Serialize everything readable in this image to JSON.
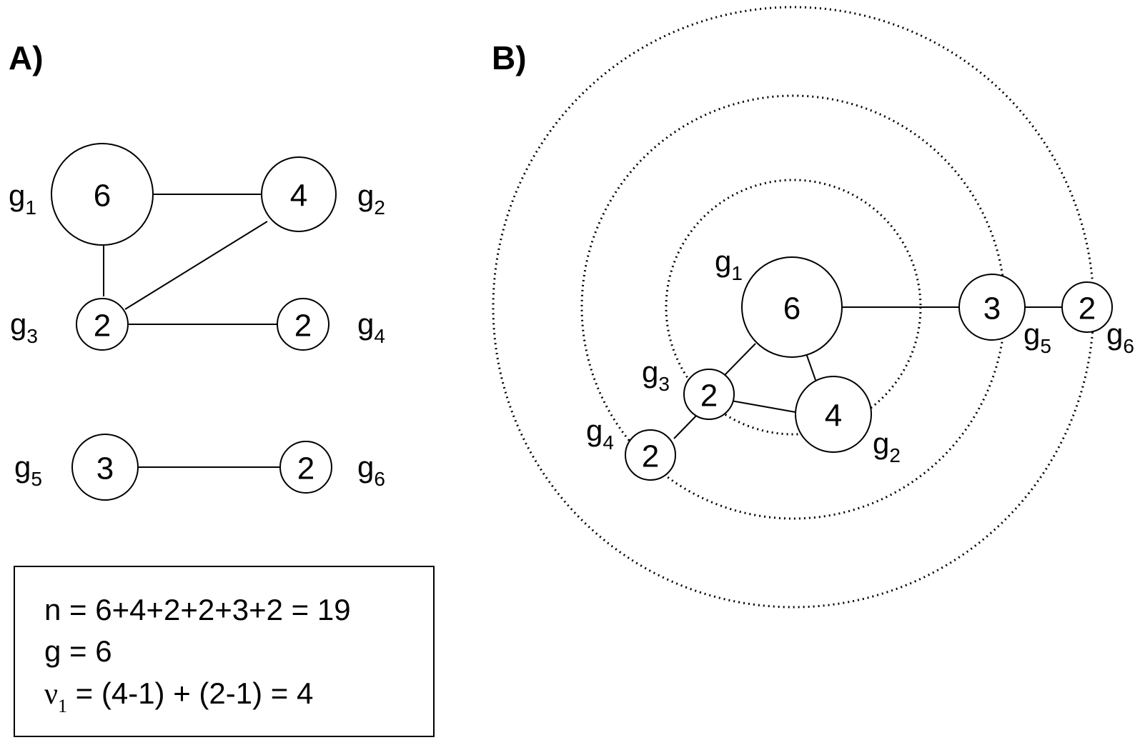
{
  "panel_a": {
    "label": "A)",
    "nodes": [
      {
        "id": "g1",
        "size": "6",
        "label": "g",
        "sub": "1"
      },
      {
        "id": "g2",
        "size": "4",
        "label": "g",
        "sub": "2"
      },
      {
        "id": "g3",
        "size": "2",
        "label": "g",
        "sub": "3"
      },
      {
        "id": "g4",
        "size": "2",
        "label": "g",
        "sub": "4"
      },
      {
        "id": "g5",
        "size": "3",
        "label": "g",
        "sub": "5"
      },
      {
        "id": "g6",
        "size": "2",
        "label": "g",
        "sub": "6"
      }
    ],
    "edges": [
      [
        "g1",
        "g2"
      ],
      [
        "g1",
        "g3"
      ],
      [
        "g2",
        "g3"
      ],
      [
        "g3",
        "g4"
      ],
      [
        "g5",
        "g6"
      ]
    ]
  },
  "panel_b": {
    "label": "B)",
    "nodes": [
      {
        "id": "g1",
        "size": "6",
        "label": "g",
        "sub": "1"
      },
      {
        "id": "g2",
        "size": "4",
        "label": "g",
        "sub": "2"
      },
      {
        "id": "g3",
        "size": "2",
        "label": "g",
        "sub": "3"
      },
      {
        "id": "g4",
        "size": "2",
        "label": "g",
        "sub": "4"
      },
      {
        "id": "g5",
        "size": "3",
        "label": "g",
        "sub": "5"
      },
      {
        "id": "g6",
        "size": "2",
        "label": "g",
        "sub": "6"
      }
    ],
    "edges": [
      [
        "g1",
        "g5"
      ],
      [
        "g5",
        "g6"
      ],
      [
        "g1",
        "g3"
      ],
      [
        "g1",
        "g2"
      ],
      [
        "g3",
        "g2"
      ],
      [
        "g3",
        "g4"
      ]
    ],
    "rings": 3
  },
  "formula_box": {
    "line1": "n = 6+4+2+2+3+2 = 19",
    "line2": "g = 6",
    "line3_symbol": "ν",
    "line3_sub": "1",
    "line3_rest": " = (4-1) + (2-1) = 4"
  }
}
